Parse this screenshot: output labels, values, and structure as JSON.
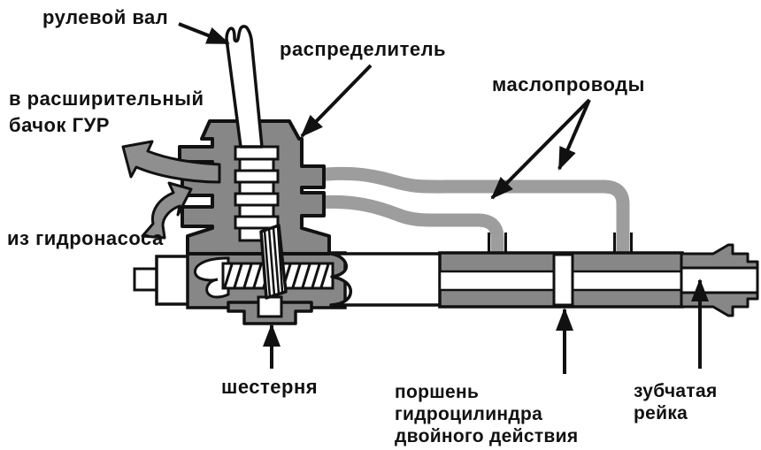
{
  "labels": {
    "steering_shaft": {
      "text": "рулевой вал"
    },
    "distributor": {
      "text": "распределитель"
    },
    "oil_lines": {
      "text": "маслопроводы"
    },
    "to_reservoir": {
      "line1": "в расширительный",
      "line2": "бачок ГУР"
    },
    "from_pump": {
      "text": "из гидронасоса"
    },
    "pinion": {
      "text": "шестерня"
    },
    "piston": {
      "line1": "поршень",
      "line2": "гидроцилиндра",
      "line3": "двойного действия"
    },
    "rack": {
      "line1": "зубчатая",
      "line2": "рейка"
    }
  },
  "colors": {
    "background": "#ffffff",
    "body_gray": "#878787",
    "pipe_gray": "#9d9d9d",
    "flow_arrow_gray": "#8f8f8f",
    "outline_black": "#111111",
    "text_black": "#111111"
  }
}
